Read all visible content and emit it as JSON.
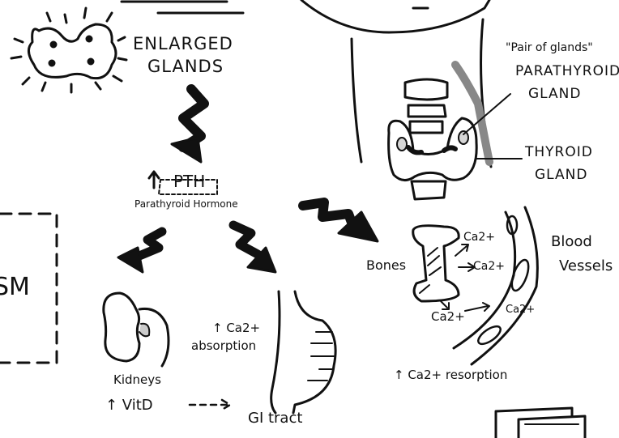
{
  "labels": {
    "enlarged": "ENLARGED",
    "glands": "GLANDS",
    "pth": "PTH",
    "pth_arrow": "↑",
    "pth_full": "Parathyroid Hormone",
    "pair_note": "\"Pair of glands\"",
    "parathyroid": "PARATHYROID",
    "parathyroid_gland": "GLAND",
    "thyroid": "THYROID",
    "thyroid_gland": "GLAND",
    "bones": "Bones",
    "ca_1": "Ca2+",
    "ca_2": "Ca2+",
    "ca_3": "Ca2+",
    "ca_4": "Ca2+",
    "blood": "Blood",
    "vessels": "Vessels",
    "resorption": "↑ Ca2+ resorption",
    "absorption_line1": "↑ Ca2+",
    "absorption_line2": "absorption",
    "kidneys": "Kidneys",
    "vitd": "↑ VitD",
    "gi_tract": "GI tract",
    "left_partial": "SM"
  }
}
